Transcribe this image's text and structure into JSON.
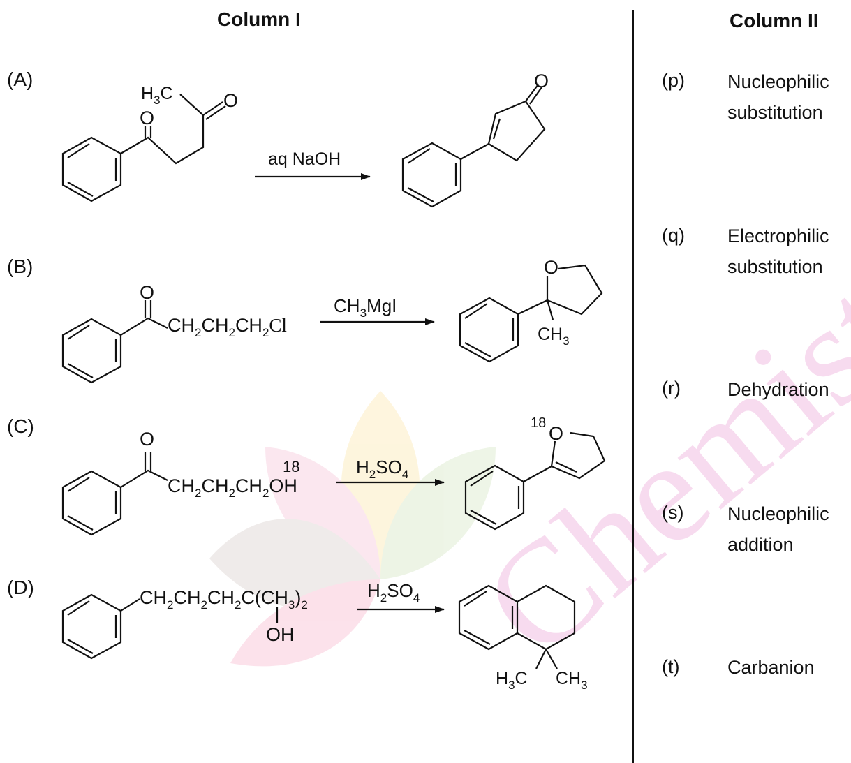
{
  "column1": {
    "header": "Column I",
    "rows": [
      {
        "label": "(A)",
        "reagent": "aq NaOH",
        "reactant_lines": [
          "H3C",
          "O",
          "O"
        ],
        "product_lines": [
          "O"
        ]
      },
      {
        "label": "(B)",
        "reagent": "CH3MgI",
        "reactant_lines": [
          "O",
          "CH2CH2CH2Cl"
        ],
        "product_lines": [
          "O",
          "CH3"
        ]
      },
      {
        "label": "(C)",
        "reagent": "H2SO4",
        "reactant_lines": [
          "O",
          "18",
          "CH2CH2CH2OH"
        ],
        "product_lines": [
          "18",
          "O"
        ]
      },
      {
        "label": "(D)",
        "reagent": "H2SO4",
        "reactant_lines": [
          "CH2CH2CH2C(CH3)2",
          "OH"
        ],
        "product_lines": [
          "H3C",
          "CH3"
        ]
      }
    ]
  },
  "column2": {
    "header": "Column II",
    "options": [
      {
        "letter": "(p)",
        "text_line1": "Nucleophilic",
        "text_line2": "substitution"
      },
      {
        "letter": "(q)",
        "text_line1": "Electrophilic",
        "text_line2": "substitution"
      },
      {
        "letter": "(r)",
        "text_line1": "Dehydration",
        "text_line2": ""
      },
      {
        "letter": "(s)",
        "text_line1": "Nucleophilic",
        "text_line2": "addition"
      },
      {
        "letter": "(t)",
        "text_line1": "Carbanion",
        "text_line2": ""
      }
    ]
  },
  "watermark": {
    "text": "Chemistry Guru",
    "color": "#d63fa8"
  }
}
